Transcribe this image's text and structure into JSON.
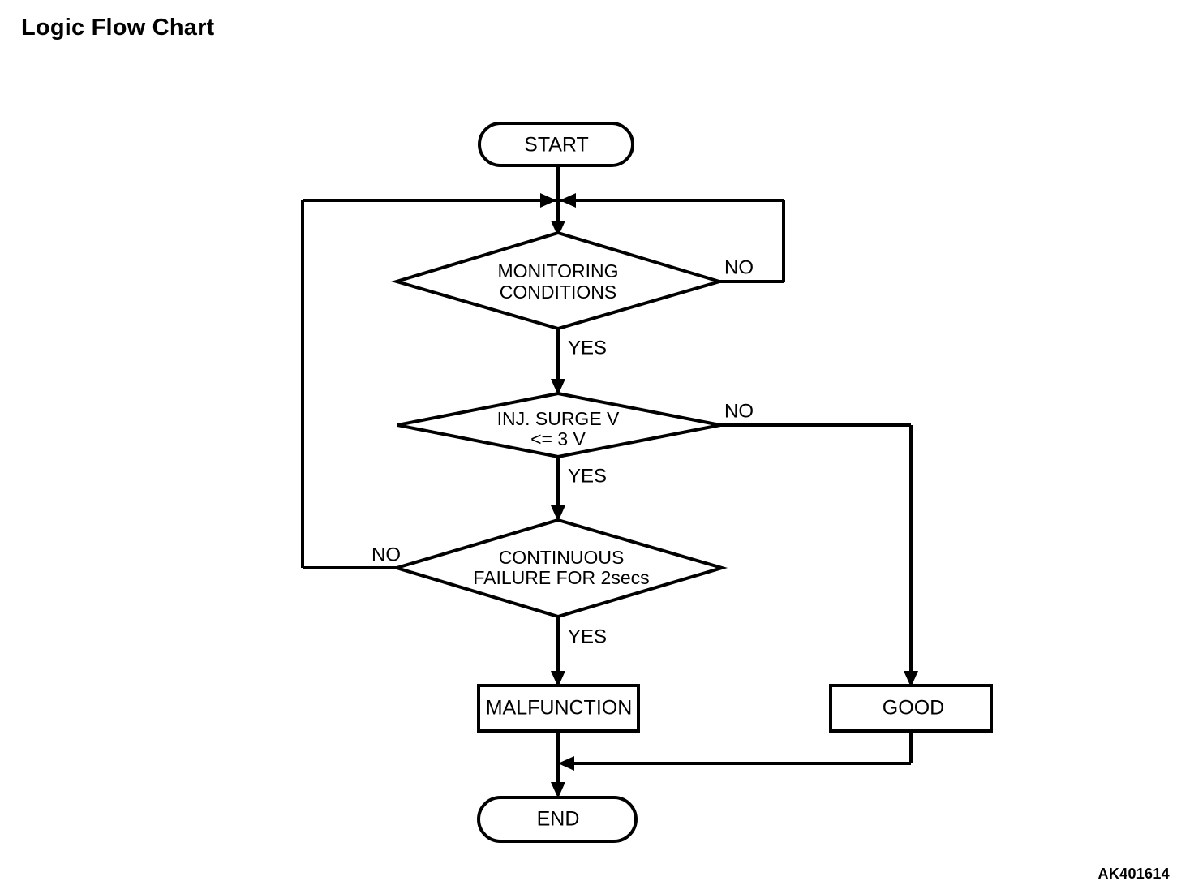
{
  "page": {
    "title": "Logic Flow Chart",
    "reference_code": "AK401614",
    "background_color": "#ffffff",
    "line_color": "#000000"
  },
  "chart_data": {
    "type": "diagram",
    "diagram_kind": "flowchart",
    "title": "Logic Flow Chart",
    "nodes": [
      {
        "id": "start",
        "shape": "terminator",
        "label": "START"
      },
      {
        "id": "monitoring",
        "shape": "decision",
        "label_line1": "MONITORING",
        "label_line2": "CONDITIONS"
      },
      {
        "id": "inj_surge",
        "shape": "decision",
        "label_line1": "INJ. SURGE V",
        "label_line2": "<= 3 V"
      },
      {
        "id": "continuous",
        "shape": "decision",
        "label_line1": "CONTINUOUS",
        "label_line2": "FAILURE FOR 2secs"
      },
      {
        "id": "malfunction",
        "shape": "process",
        "label": "MALFUNCTION"
      },
      {
        "id": "good",
        "shape": "process",
        "label": "GOOD"
      },
      {
        "id": "end",
        "shape": "terminator",
        "label": "END"
      }
    ],
    "edges": [
      {
        "from": "start",
        "to": "monitoring",
        "label": ""
      },
      {
        "from": "monitoring",
        "to": "inj_surge",
        "label": "YES"
      },
      {
        "from": "monitoring",
        "to": "monitoring",
        "label": "NO"
      },
      {
        "from": "inj_surge",
        "to": "continuous",
        "label": "YES"
      },
      {
        "from": "inj_surge",
        "to": "good",
        "label": "NO"
      },
      {
        "from": "continuous",
        "to": "monitoring",
        "label": "NO"
      },
      {
        "from": "continuous",
        "to": "malfunction",
        "label": "YES"
      },
      {
        "from": "malfunction",
        "to": "end",
        "label": ""
      },
      {
        "from": "good",
        "to": "end",
        "label": ""
      }
    ]
  },
  "labels": {
    "start": "START",
    "end": "END",
    "malfunction": "MALFUNCTION",
    "good": "GOOD",
    "monitoring_l1": "MONITORING",
    "monitoring_l2": "CONDITIONS",
    "inj_surge_l1": "INJ. SURGE V",
    "inj_surge_l2": "<= 3 V",
    "continuous_l1": "CONTINUOUS",
    "continuous_l2": "FAILURE FOR 2secs",
    "yes_monitoring": "YES",
    "no_monitoring": "NO",
    "yes_inj": "YES",
    "no_inj": "NO",
    "yes_continuous": "YES",
    "no_continuous": "NO"
  }
}
